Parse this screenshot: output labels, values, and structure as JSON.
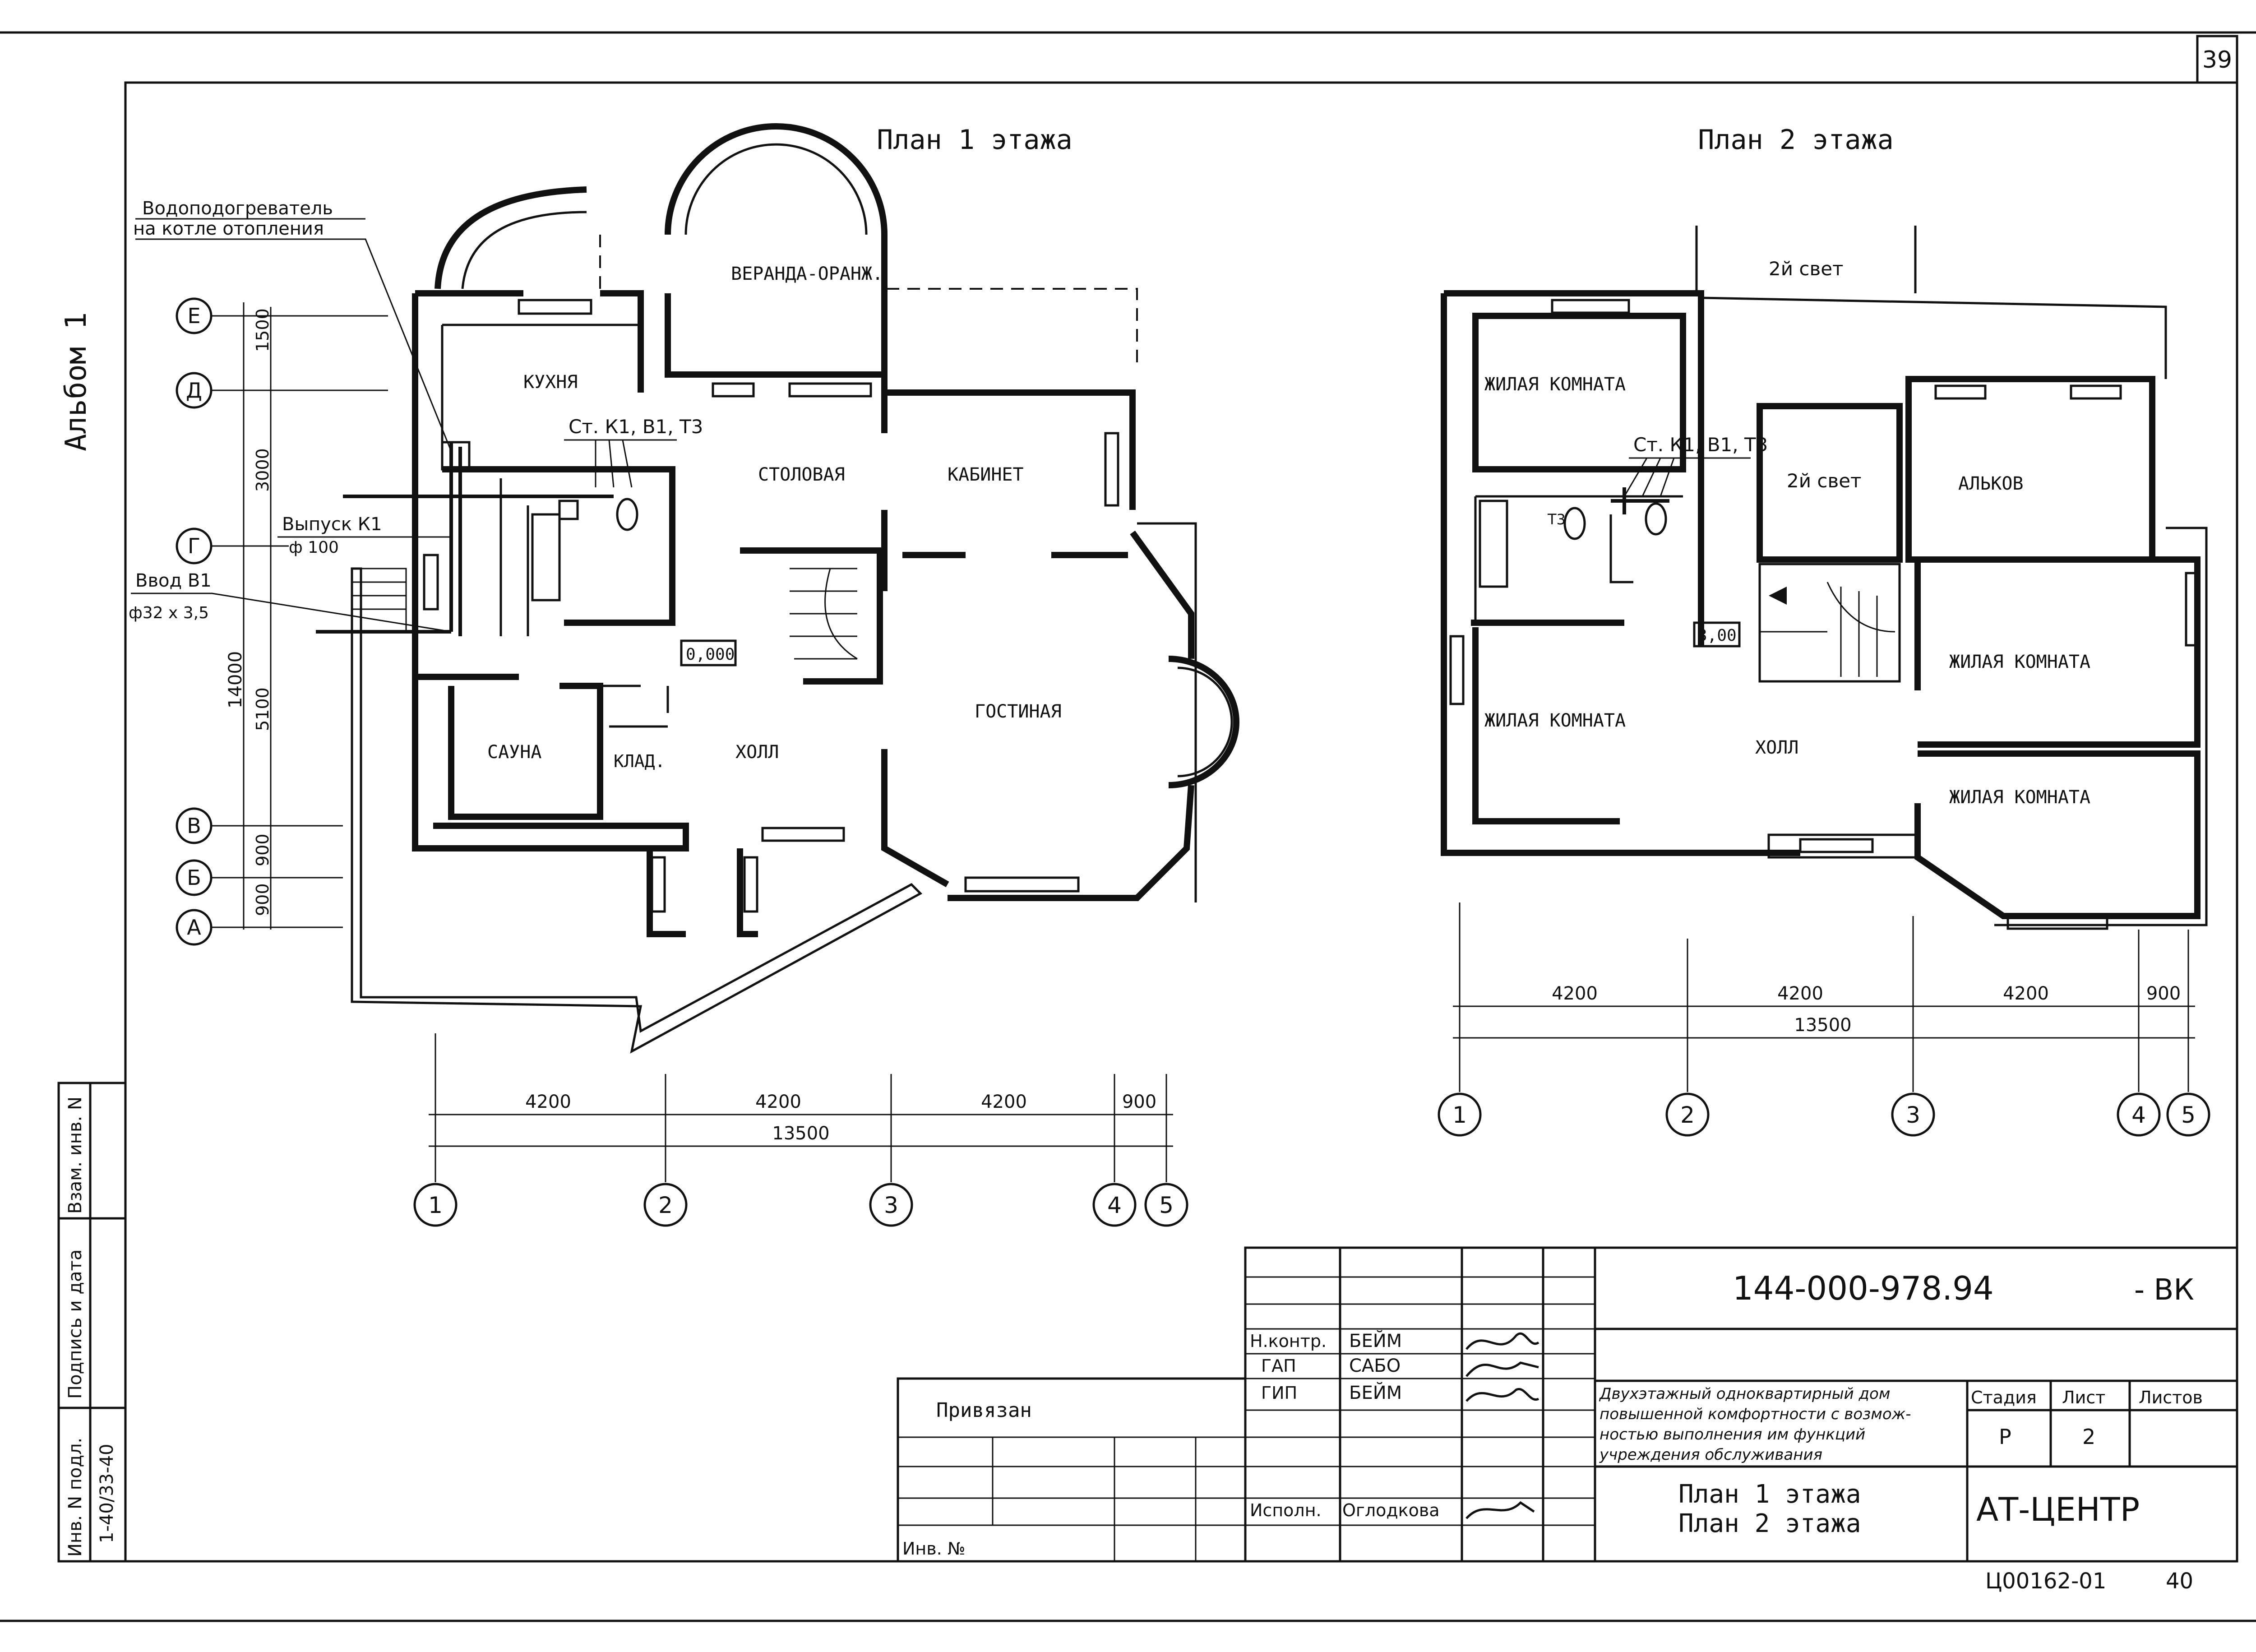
{
  "sheet": {
    "number": "39",
    "album": "Альбом 1",
    "code_lines": [
      "Ц00162-01",
      "40"
    ]
  },
  "floor1": {
    "title": "План 1 этажа",
    "rooms": {
      "veranda": "ВЕРАНДА-ОРАНЖ.",
      "kitchen": "КУХНЯ",
      "dining": "СТОЛОВАЯ",
      "office": "КАБИНЕТ",
      "living": "ГОСТИНАЯ",
      "sauna": "САУНА",
      "storage": "КЛАД.",
      "hall": "ХОЛЛ"
    },
    "level": "0,000",
    "riser": "Ст. К1, В1, Т3",
    "heater_note": [
      "Водоподогреватель",
      "на котле отопления"
    ],
    "outlet": [
      "Выпуск К1",
      "ф 100"
    ],
    "inlet": [
      "Ввод В1",
      "ф32 х 3,5"
    ],
    "axes_rows": [
      "Е",
      "Д",
      "Г",
      "В",
      "Б",
      "А"
    ],
    "row_dims": [
      "1500",
      "3000",
      "5100",
      "900",
      "900"
    ],
    "row_total": "14000",
    "axes_cols": [
      "1",
      "2",
      "3",
      "4",
      "5"
    ],
    "col_dims": [
      "4200",
      "4200",
      "4200",
      "900"
    ],
    "col_total": "13500"
  },
  "floor2": {
    "title": "План 2 этажа",
    "rooms": {
      "second_light_top": "2й свет",
      "living1": "ЖИЛАЯ КОМНАТА",
      "second_light": "2й свет",
      "alcove": "АЛЬКОВ",
      "living2": "ЖИЛАЯ КОМНАТА",
      "living3": "ЖИЛАЯ КОМНАТА",
      "hall": "ХОЛЛ",
      "living4": "ЖИЛАЯ КОМНАТА"
    },
    "level": "3,00",
    "riser": "Ст. К1, В1, Т3",
    "t3_tag": "Т3",
    "axes_cols": [
      "1",
      "2",
      "3",
      "4",
      "5"
    ],
    "col_dims": [
      "4200",
      "4200",
      "4200",
      "900"
    ],
    "col_total": "13500"
  },
  "side_stamp": {
    "cols": [
      "Инв. N подл.",
      "Подпись и дата",
      "Взам. инв. N"
    ],
    "inv_value": "1-40/33-40"
  },
  "title_block": {
    "doc_code": "144-000-978.94",
    "suffix": "- ВК",
    "roles": [
      {
        "role": "Н.контр.",
        "name": "БЕЙМ"
      },
      {
        "role": "ГАП",
        "name": "САБО"
      },
      {
        "role": "ГИП",
        "name": "БЕЙМ"
      }
    ],
    "executor_role": "Исполн.",
    "executor_name": "Оглодкова",
    "bound_label": "Привязан",
    "inv_label": "Инв. №",
    "description": [
      "Двухэтажный одноквартирный дом",
      "повышенной комфортности с возмож-",
      "ностью выполнения им функций",
      "учреждения обслуживания"
    ],
    "stage_label": "Стадия",
    "sheet_label": "Лист",
    "sheets_label": "Листов",
    "stage_value": "Р",
    "sheet_value": "2",
    "sheet_titles": [
      "План 1 этажа",
      "План 2 этажа"
    ],
    "company": "АТ-ЦЕНТР"
  }
}
